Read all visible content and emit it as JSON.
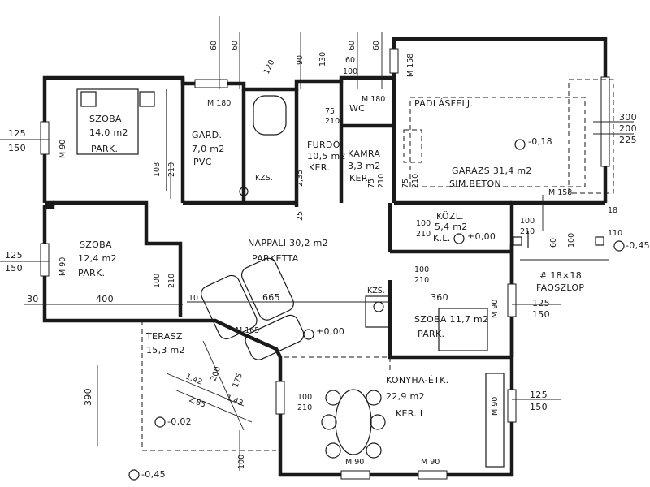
{
  "labels": {
    "szoba1": "SZOBA",
    "szoba1_area": "14,0 m2",
    "szoba1_floor": "PARK.",
    "gard": "GARD.",
    "gard_area": "7,0 m2",
    "gard_floor": "PVC",
    "furdo": "FÜRDŐ",
    "furdo_area": "10,5 m2",
    "furdo_floor": "KER.",
    "wc": "WC",
    "kamra": "KAMRA",
    "kamra_area": "3,3 m2",
    "kamra_floor": "KER.",
    "padlas": "PADLÁSFELJ.",
    "garazs": "GARÁZS  31,4 m2",
    "garazs_floor": "SIM.BETON",
    "garazs_level": "-0,18",
    "kozl": "KÖZL.",
    "kozl_area": "5,4 m2",
    "kozl_floor": "K.L.",
    "kozl_level": "±0,00",
    "szoba2": "SZOBA",
    "szoba2_area": "12,4 m2",
    "szoba2_floor": "PARK.",
    "nappali": "NAPPALI  30,2 m2",
    "nappali_floor": "PARKETTA",
    "szoba3": "SZOBA  11,7 m2",
    "szoba3_floor": "PARK.",
    "terasz": "TERASZ",
    "terasz_area": "15,3 m2",
    "konyha": "KONYHA-ÉTK.",
    "konyha_area": "22,9 m2",
    "konyha_floor": "KER. L",
    "faoszlop1": "# 18×18",
    "faoszlop2": "FAOSZLOP",
    "level_main": "±0,00",
    "level_terasz": "-0,02",
    "level_out1": "-0,45",
    "level_out2": "-0,45",
    "kzs1": "KZS.",
    "kzs2": "KZS."
  },
  "dims": {
    "d125a": "125",
    "d150a": "150",
    "d125b": "125",
    "d150b": "150",
    "d125c": "125",
    "d150c": "150",
    "d125d": "125",
    "d150d": "150",
    "m90a": "M 90",
    "m90b": "M 90",
    "m90c": "M 90",
    "m90d": "M 90",
    "m180a": "M 180",
    "m180b": "M 180",
    "m158a": "M 158",
    "m158b": "M 158",
    "m165": "M 165",
    "d108": "108",
    "d210a": "210",
    "d100a": "100",
    "d210b": "210",
    "d400": "400",
    "d30a": "30",
    "d10a": "10",
    "d665": "665",
    "d360": "360",
    "d300": "300",
    "d200": "200",
    "d225": "225",
    "d60a": "60",
    "d60b": "60",
    "d60c": "60",
    "d60d": "60",
    "d60e": "60",
    "d100b": "100",
    "d100c": "100",
    "d210c": "210",
    "d210d": "210",
    "d100e": "100",
    "d210e": "210",
    "d100f": "100",
    "d210f": "210",
    "d390": "390",
    "d200b": "200",
    "d175": "175",
    "d142": "1,42",
    "d285": "2,85",
    "d143": "1,43",
    "d100g": "100",
    "d210g": "210",
    "d100h": "100",
    "d75a": "75",
    "d210h": "210",
    "d75b": "75",
    "d210i": "210",
    "d75c": "75",
    "d210j": "210",
    "d235": "2,35",
    "d25": "25",
    "d120": "120",
    "d90": "90",
    "d130": "130",
    "d100top": "100",
    "d18": "18",
    "d110": "110"
  }
}
